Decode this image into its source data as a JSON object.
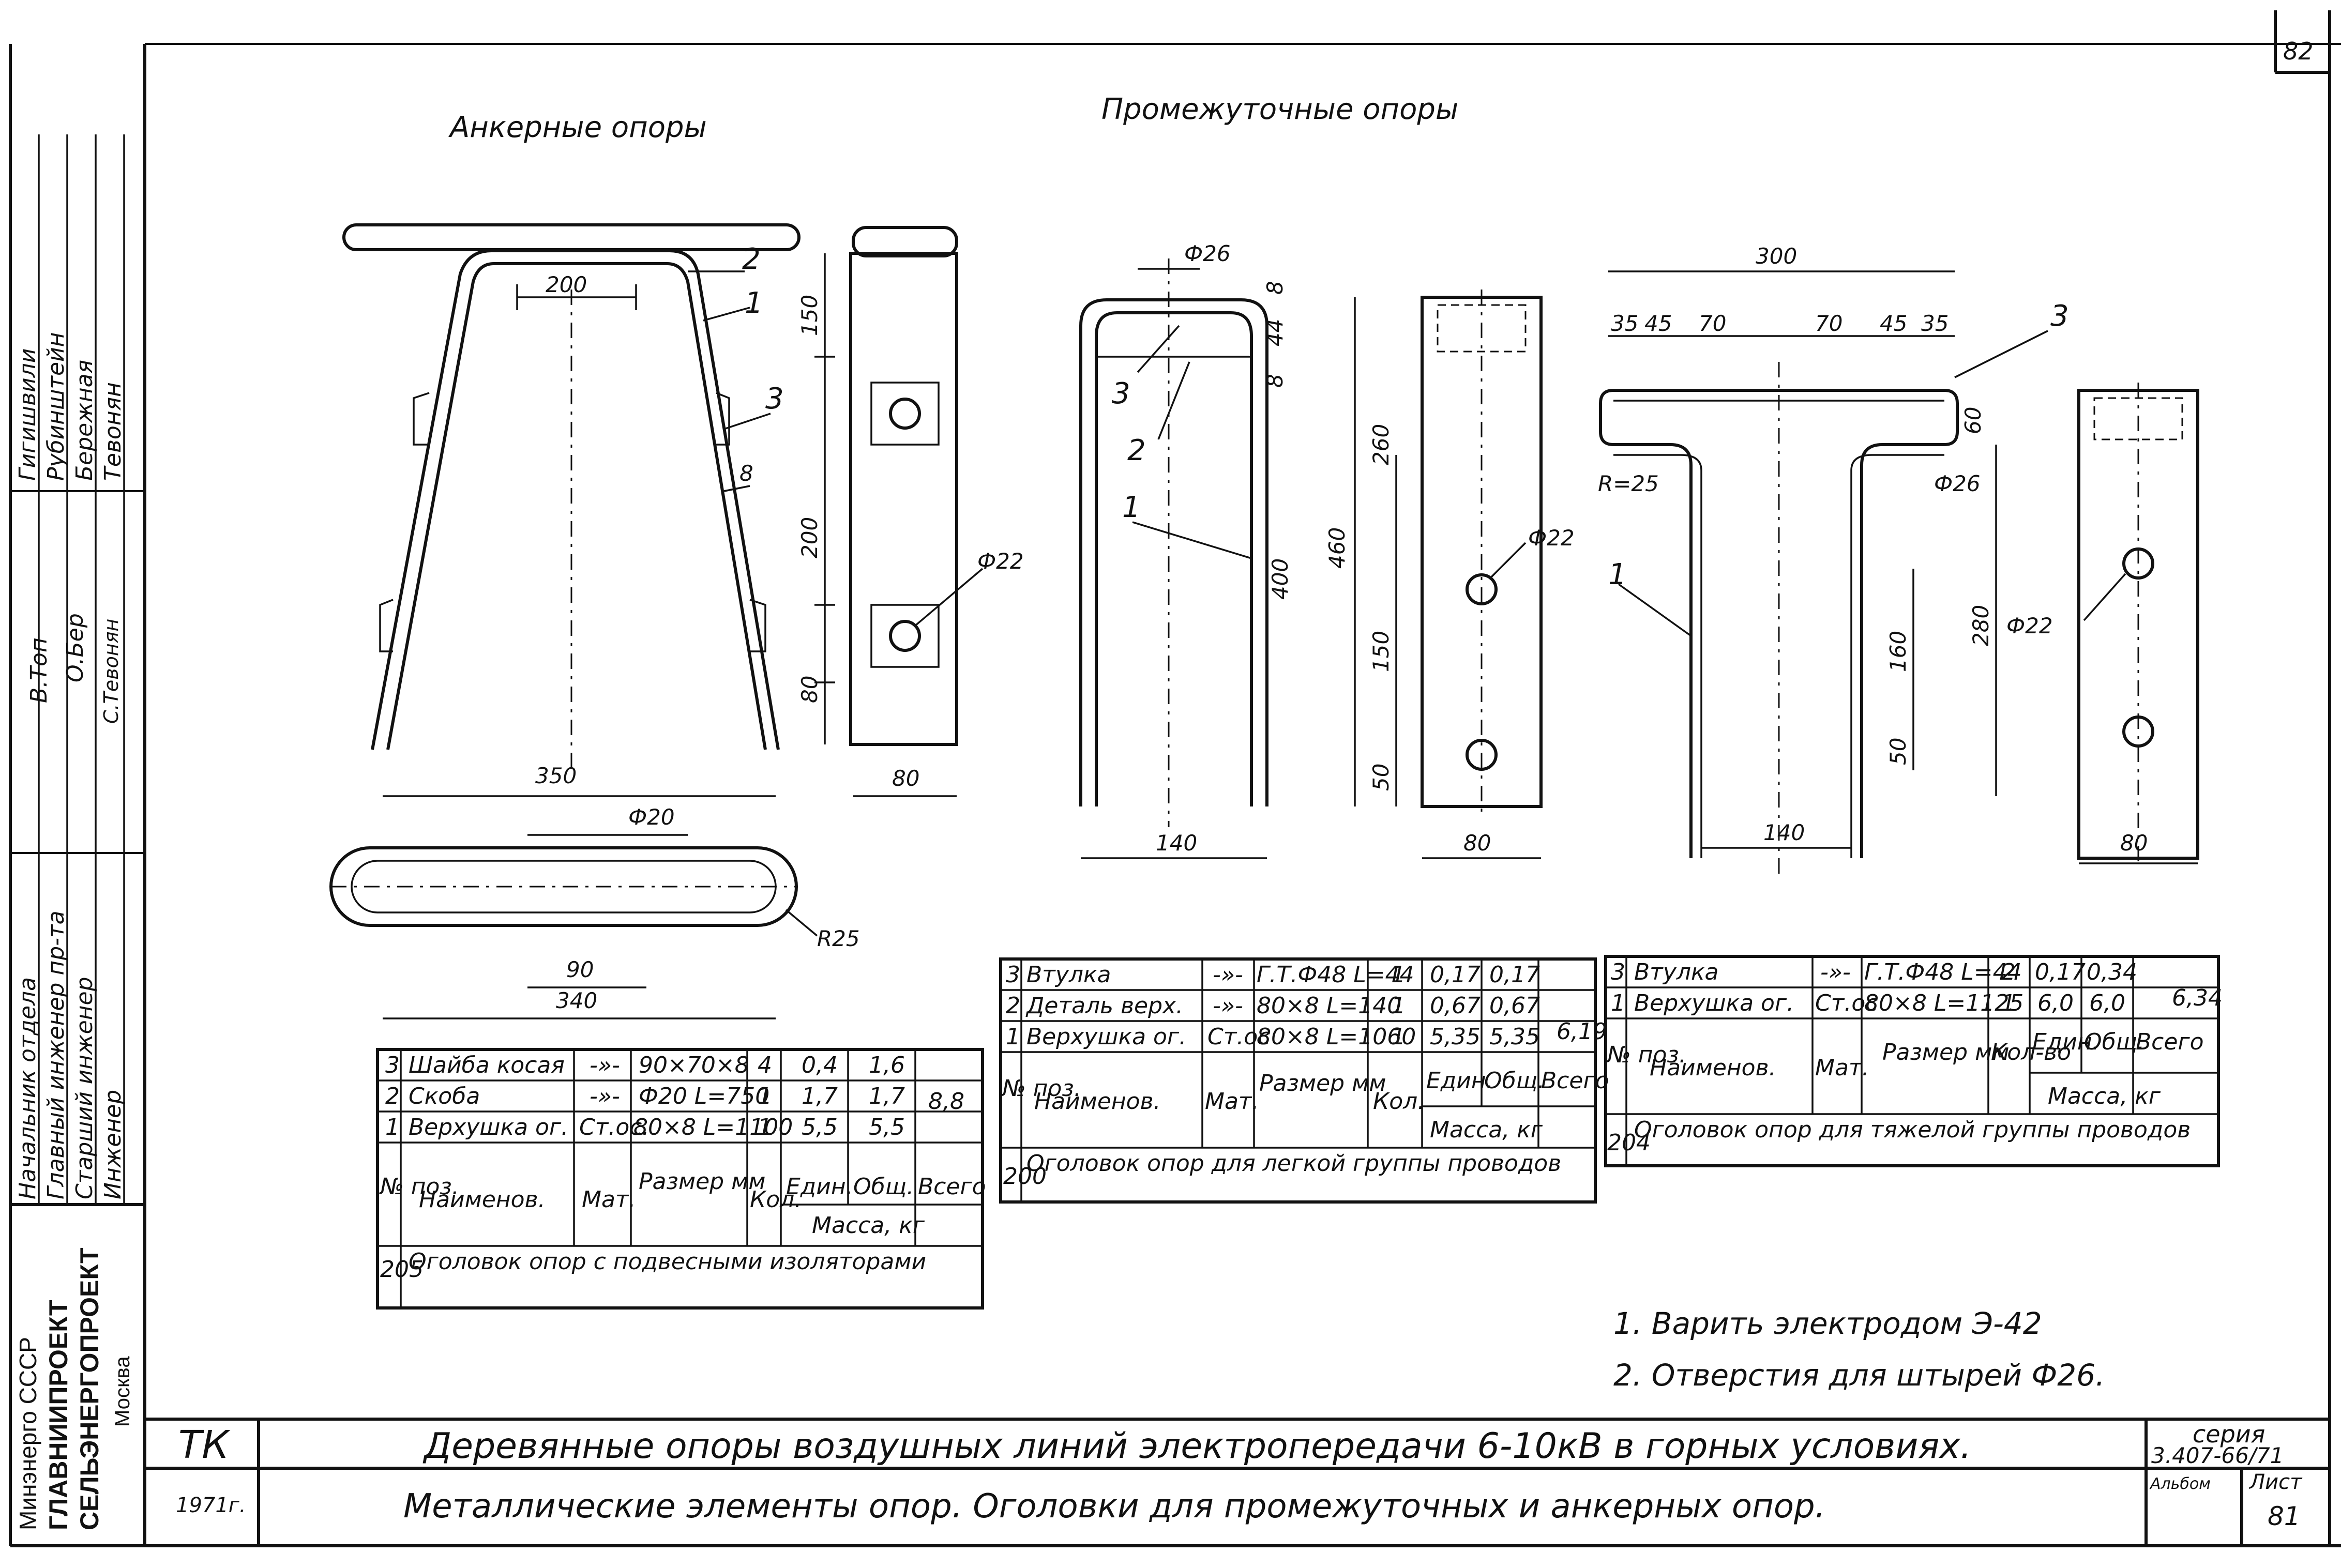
{
  "sheet": {
    "sheet_number_top": "82",
    "series_label": "серия",
    "series_code": "3.407-66/71",
    "album_label": "Альбом",
    "sheet_label": "Лист",
    "sheet_no": "81",
    "code_tk": "ТК",
    "year": "1971г.",
    "title_main": "Деревянные опоры воздушных линий электропередачи 6-10кВ в горных условиях.",
    "title_sub": "Металлические элементы опор. Оголовки для промежуточных и анкерных опор."
  },
  "side_block": {
    "org1": "Минэнерго СССР",
    "org2": "ГЛАВНИИПРОЕКТ",
    "org3": "СЕЛЬЭНЕРГОПРОЕКТ",
    "org4": "Москва",
    "roles": [
      "Начальник отдела",
      "Главный инженер пр-та",
      "Старший инженер",
      "Инженер"
    ],
    "names": [
      "Гигишвили",
      "Рубинштейн",
      "Бережная",
      "Тевонян"
    ],
    "signatures": [
      "В.Топ",
      "О.Бер",
      "С.Тевонян"
    ]
  },
  "headings": {
    "anchor": "Анкерные опоры",
    "intermediate": "Промежуточные опоры"
  },
  "dims_anchor": {
    "d200": "200",
    "d350": "350",
    "d150": "150",
    "d200v": "200",
    "d80": "80",
    "w80": "80",
    "f22": "Ф22",
    "f20": "Ф20",
    "d90": "90",
    "d340": "340",
    "r25": "R25",
    "c1": "1",
    "c2": "2",
    "c3": "3",
    "c8": "8"
  },
  "dims_light": {
    "f26": "Ф26",
    "d8a": "8",
    "d44": "44",
    "d8b": "8",
    "d400": "400",
    "d140": "140",
    "d460": "460",
    "d260": "260",
    "d150": "150",
    "d50": "50",
    "d80": "80",
    "f22": "Ф22",
    "c1": "1",
    "c2": "2",
    "c3": "3"
  },
  "dims_heavy": {
    "d300": "300",
    "d35a": "35",
    "d45a": "45",
    "d70a": "70",
    "d70b": "70",
    "d45b": "45",
    "d35b": "35",
    "d60": "60",
    "r25": "R=25",
    "f26": "Ф26",
    "d160": "160",
    "d280": "280",
    "d50": "50",
    "d140": "140",
    "f22": "Ф22",
    "w80": "80",
    "c1": "1",
    "c3": "3"
  },
  "table_anchor": {
    "rows": [
      [
        "3",
        "Шайба косая",
        "-»-",
        "90×70×8",
        "4",
        "0,4",
        "1,6"
      ],
      [
        "2",
        "Скоба",
        "-»-",
        "Ф20 L=750",
        "1",
        "1,7",
        "1,7"
      ],
      [
        "1",
        "Верхушка ог.",
        "Ст.ос.",
        "80×8 L=1100",
        "1",
        "5,5",
        "5,5"
      ]
    ],
    "total": "8,8",
    "h_no": "№ поз.",
    "h_name": "Наименов.",
    "h_mat": "Мат.",
    "h_size": "Размер мм",
    "h_qty": "Кол.",
    "h_unit": "Един.",
    "h_sum": "Общ.",
    "h_all": "Всего",
    "h_mass": "Масса, кг",
    "code": "205",
    "caption": "Оголовок опор с подвесными изоляторами"
  },
  "table_light": {
    "rows": [
      [
        "3",
        "Втулка",
        "-»-",
        "Г.Т.Ф48 L=44",
        "1",
        "0,17",
        "0,17"
      ],
      [
        "2",
        "Деталь верх.",
        "-»-",
        "80×8 L=140",
        "1",
        "0,67",
        "0,67"
      ],
      [
        "1",
        "Верхушка ог.",
        "Ст.ос",
        "80×8 L=1060",
        "1",
        "5,35",
        "5,35"
      ]
    ],
    "total": "6,19",
    "h_no": "№ поз.",
    "h_name": "Наименов.",
    "h_mat": "Мат.",
    "h_size": "Размер мм",
    "h_qty": "Кол.",
    "h_unit": "Един.",
    "h_sum": "Общ.",
    "h_all": "Всего",
    "h_mass": "Масса, кг",
    "code": "200",
    "caption": "Оголовок опор для легкой группы проводов"
  },
  "table_heavy": {
    "rows": [
      [
        "3",
        "Втулка",
        "-»-",
        "Г.Т.Ф48 L=44",
        "2",
        "0,17",
        "0,34"
      ],
      [
        "1",
        "Верхушка ог.",
        "Ст.ос",
        "80×8 L=1125",
        "1",
        "6,0",
        "6,0"
      ]
    ],
    "total": "6,34",
    "h_no": "№ поз.",
    "h_name": "Наименов.",
    "h_mat": "Мат.",
    "h_size": "Размер мм",
    "h_qty": "Кол-во",
    "h_unit": "Един.",
    "h_sum": "Общ.",
    "h_all": "Всего",
    "h_mass": "Масса, кг",
    "code": "204",
    "caption": "Оголовок опор для тяжелой группы проводов"
  },
  "notes": [
    "1. Варить электродом Э-42",
    "2. Отверстия для штырей Ф26."
  ]
}
